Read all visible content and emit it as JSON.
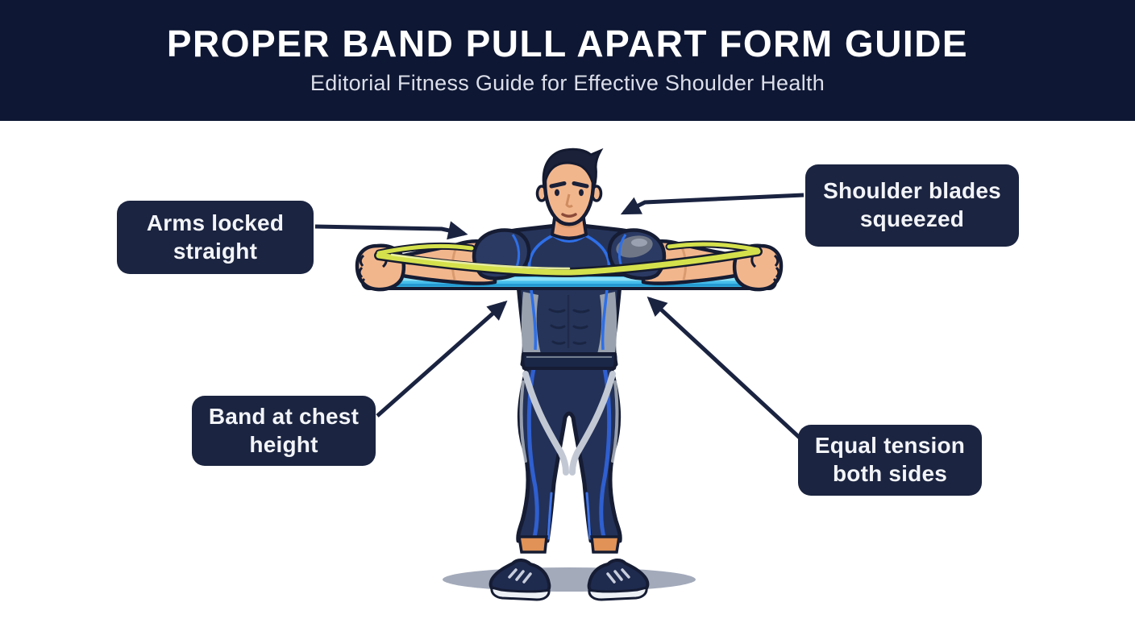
{
  "header": {
    "title": "PROPER BAND PULL APART FORM GUIDE",
    "subtitle": "Editorial Fitness Guide for Effective Shoulder Health"
  },
  "diagram": {
    "callouts": [
      {
        "id": "arms-locked-straight",
        "label": "Arms locked straight",
        "lines": [
          "Arms locked",
          "straight"
        ]
      },
      {
        "id": "shoulder-blades-squeezed",
        "label": "Shoulder blades squeezed",
        "lines": [
          "Shoulder blades",
          "squeezed"
        ]
      },
      {
        "id": "band-at-chest-height",
        "label": "Band at chest height",
        "lines": [
          "Band at chest",
          "height"
        ]
      },
      {
        "id": "equal-tension-both-sides",
        "label": "Equal tension both sides",
        "lines": [
          "Equal tension",
          "both sides"
        ]
      }
    ],
    "colors": {
      "header_background": "#0e1733",
      "callout_background": "#1b2440",
      "callout_text": "#f2f4f8",
      "arrow": "#1a2340",
      "canvas_background": "#ffffff",
      "band_upper_yellow": "#d5e14c",
      "band_lower_blue": "#45bdeb",
      "outfit_navy": "#26345a",
      "outfit_accent_blue": "#2e6fe8",
      "outfit_accent_silver": "#c3c9d4",
      "skin_tone": "#f2b68d",
      "ground_shadow": "#8c95a9"
    }
  }
}
